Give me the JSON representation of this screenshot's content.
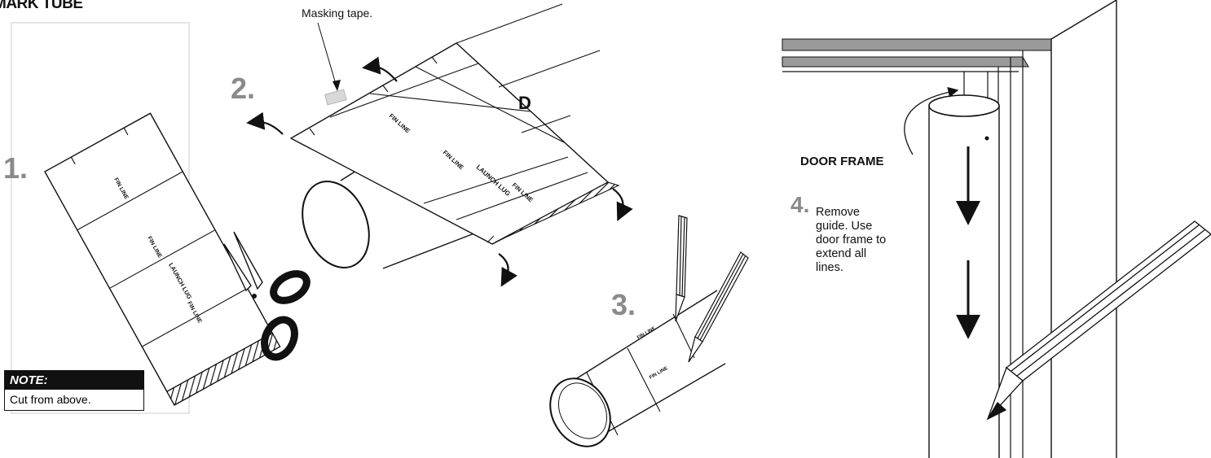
{
  "title": "MARK TUBE",
  "steps": {
    "s1": "1.",
    "s2": "2.",
    "s3": "3.",
    "s4": "4."
  },
  "labels": {
    "masking_tape": "Masking tape.",
    "letter_d": "D",
    "door_frame": "DOOR FRAME",
    "remove_guide": "Remove guide. Use door frame to extend all lines.",
    "fin_line": "FIN LINE",
    "launch_lug": "LAUNCH LUG"
  },
  "note": {
    "heading": "NOTE:",
    "body": "Cut from above."
  },
  "icons": [
    "scissors-icon",
    "pencil-icon",
    "arrow-icon"
  ]
}
